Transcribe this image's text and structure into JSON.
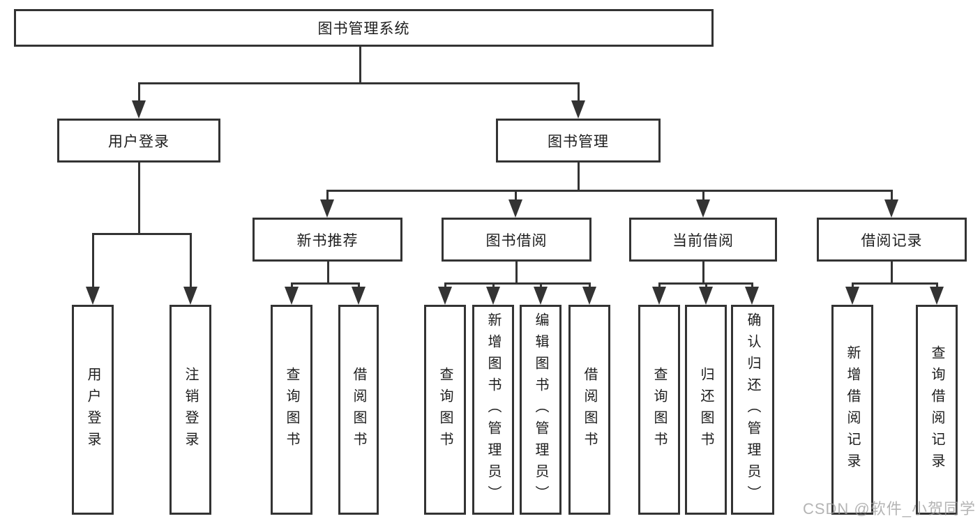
{
  "diagram": {
    "root": {
      "label": "图书管理系统",
      "children": [
        {
          "label": "用户登录",
          "children": [
            {
              "label": "用户登录"
            },
            {
              "label": "注销登录"
            }
          ]
        },
        {
          "label": "图书管理",
          "children": [
            {
              "label": "新书推荐",
              "children": [
                {
                  "label": "查询图书"
                },
                {
                  "label": "借阅图书"
                }
              ]
            },
            {
              "label": "图书借阅",
              "children": [
                {
                  "label": "查询图书"
                },
                {
                  "label": "新增图书（管理员）"
                },
                {
                  "label": "编辑图书（管理员）"
                },
                {
                  "label": "借阅图书"
                }
              ]
            },
            {
              "label": "当前借阅",
              "children": [
                {
                  "label": "查询图书"
                },
                {
                  "label": "归还图书"
                },
                {
                  "label": "确认归还（管理员）"
                }
              ]
            },
            {
              "label": "借阅记录",
              "children": [
                {
                  "label": "新增借阅记录"
                },
                {
                  "label": "查询借阅记录"
                }
              ]
            }
          ]
        }
      ]
    },
    "watermark": "CSDN @软件_小贺同学",
    "colors": {
      "line": "#333333",
      "text": "#1d1d1d",
      "background": "#ffffff",
      "watermark": "#9b9b9b"
    }
  }
}
